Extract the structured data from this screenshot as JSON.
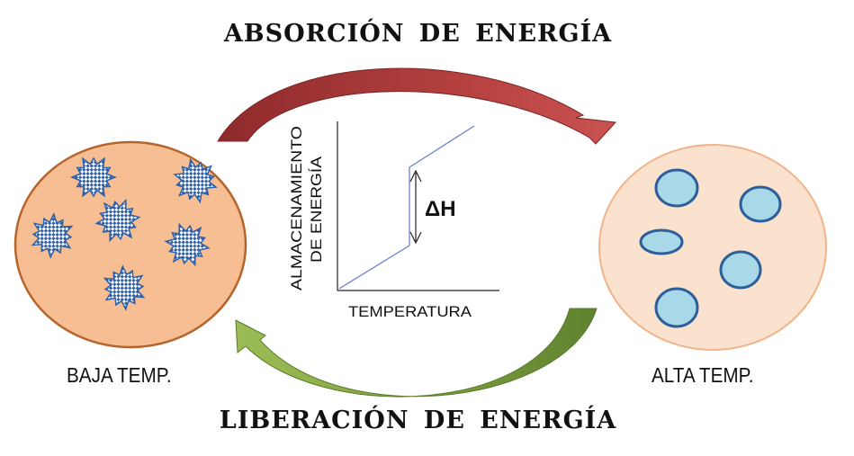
{
  "titles": {
    "top": "ABSORCIÓN DE ENERGÍA",
    "bottom": "LIBERACIÓN DE ENERGÍA"
  },
  "states": {
    "low": {
      "label": "BAJA TEMP."
    },
    "high": {
      "label": "ALTA TEMP."
    }
  },
  "graph": {
    "ylabel_line1": "ALMACENAMIENTO",
    "ylabel_line2": "DE ENERGÍA",
    "xlabel": "TEMPERATURA",
    "delta_label": "ΔH"
  },
  "colors": {
    "absorption_arrow": "#a8393a",
    "release_arrow": "#7a9a3a",
    "low_temp_fill": "#f6be92",
    "low_temp_stroke": "#b5652c",
    "high_temp_fill": "#fbe2cf",
    "high_temp_stroke": "#f0b38a",
    "crystal": "#2e5fa8",
    "particle_fill": "#a9d8e8",
    "particle_stroke": "#2d5f9a",
    "graph_line": "#6a7fc8"
  }
}
